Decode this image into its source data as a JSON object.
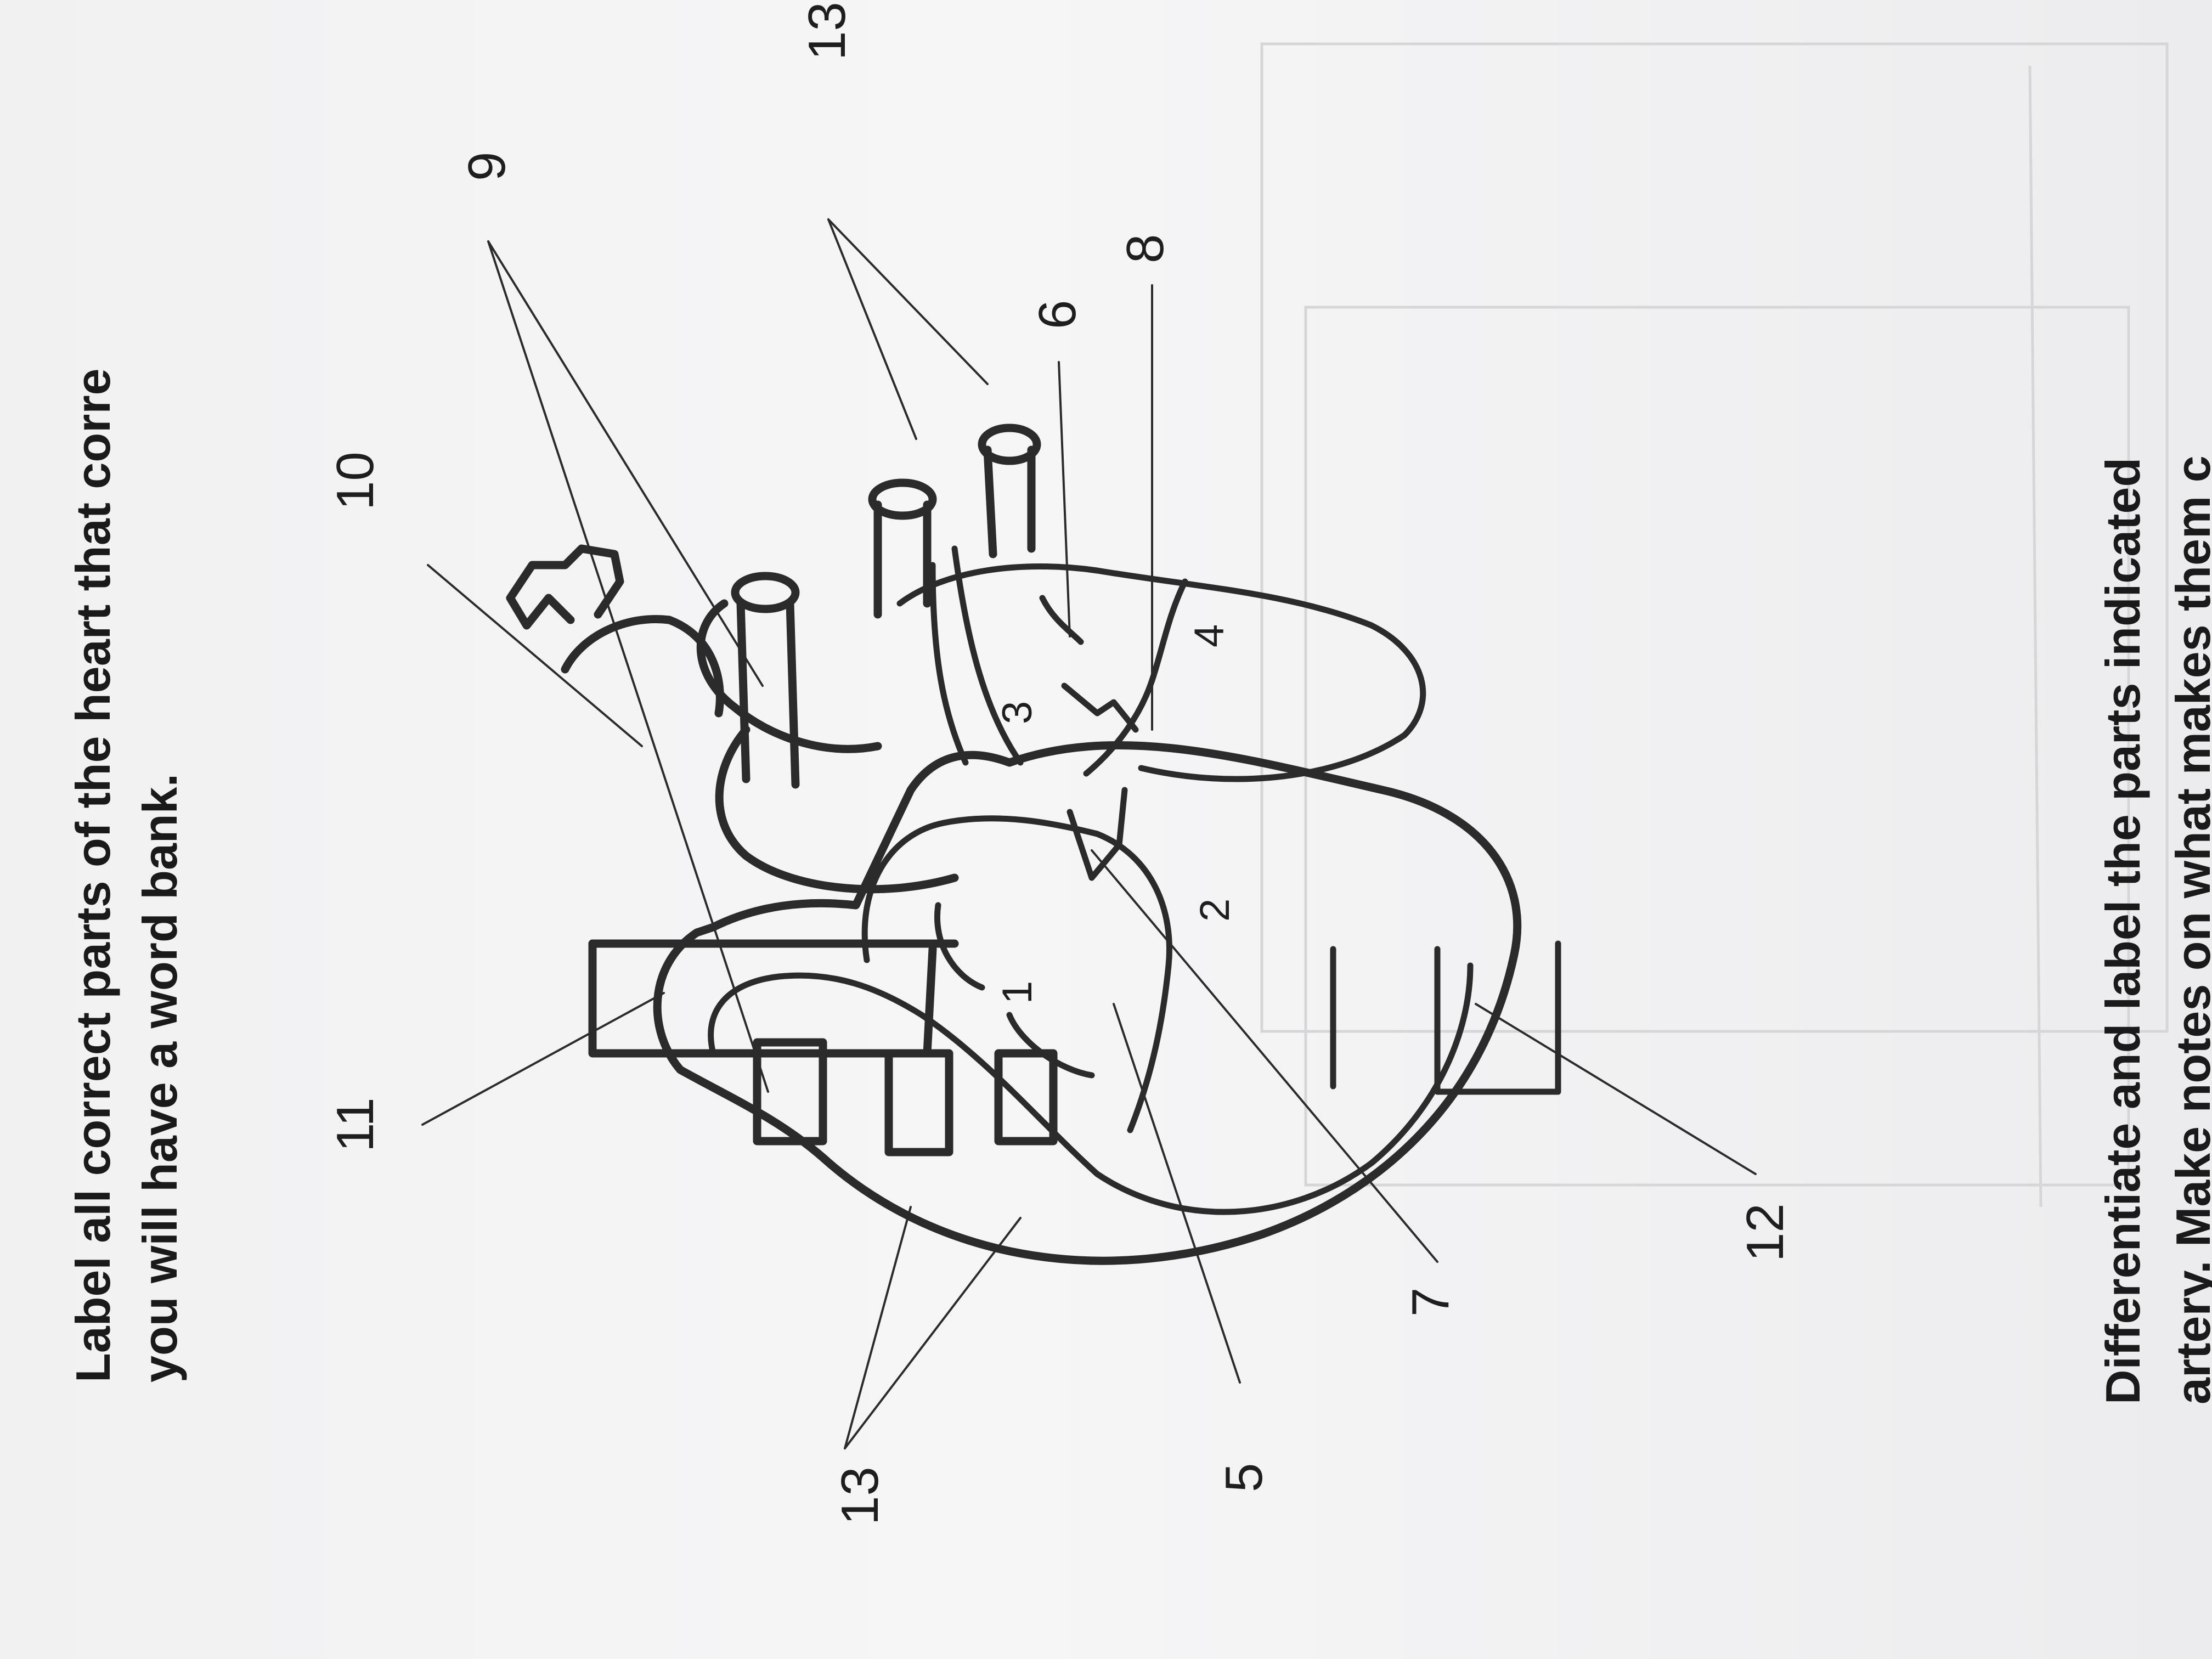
{
  "instructions": {
    "line1": "Label all correct parts of the heart that corre",
    "line2": "you will have a word bank."
  },
  "question": {
    "line1": "Differentiate and label the parts indicated",
    "line2": "artery. Make notes on what makes them c"
  },
  "labels": {
    "n1": "1",
    "n2": "2",
    "n3": "3",
    "n4": "4",
    "n5": "5",
    "n6": "6",
    "n7": "7",
    "n8": "8",
    "n9": "9",
    "n10": "10",
    "n11": "11",
    "n12": "12",
    "n13a": "13",
    "n13b": "13"
  }
}
